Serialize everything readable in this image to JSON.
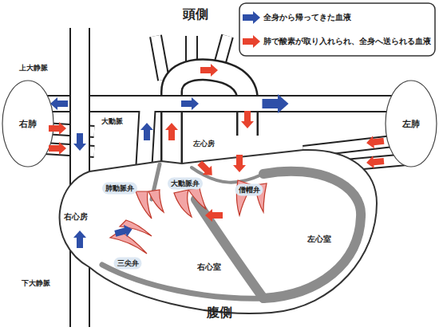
{
  "diagram": {
    "nodes": [
      {
        "text": [
          "右肺"
        ]
      },
      {
        "text": [
          "左肺"
        ]
      }
    ],
    "labels": [
      "頭側",
      "上大静脈",
      "大動脈",
      "左心房",
      "肺動脈弁",
      "大動脈弁",
      "僧帽弁",
      "右心房",
      "左心室",
      "右心室",
      "三尖弁",
      "下大静脈",
      "腹側"
    ],
    "legend": [
      {
        "text": "全身から帰ってきた血液"
      },
      {
        "text": "肺で酸素が取り入れられ、全身へ送られる血液"
      }
    ]
  }
}
